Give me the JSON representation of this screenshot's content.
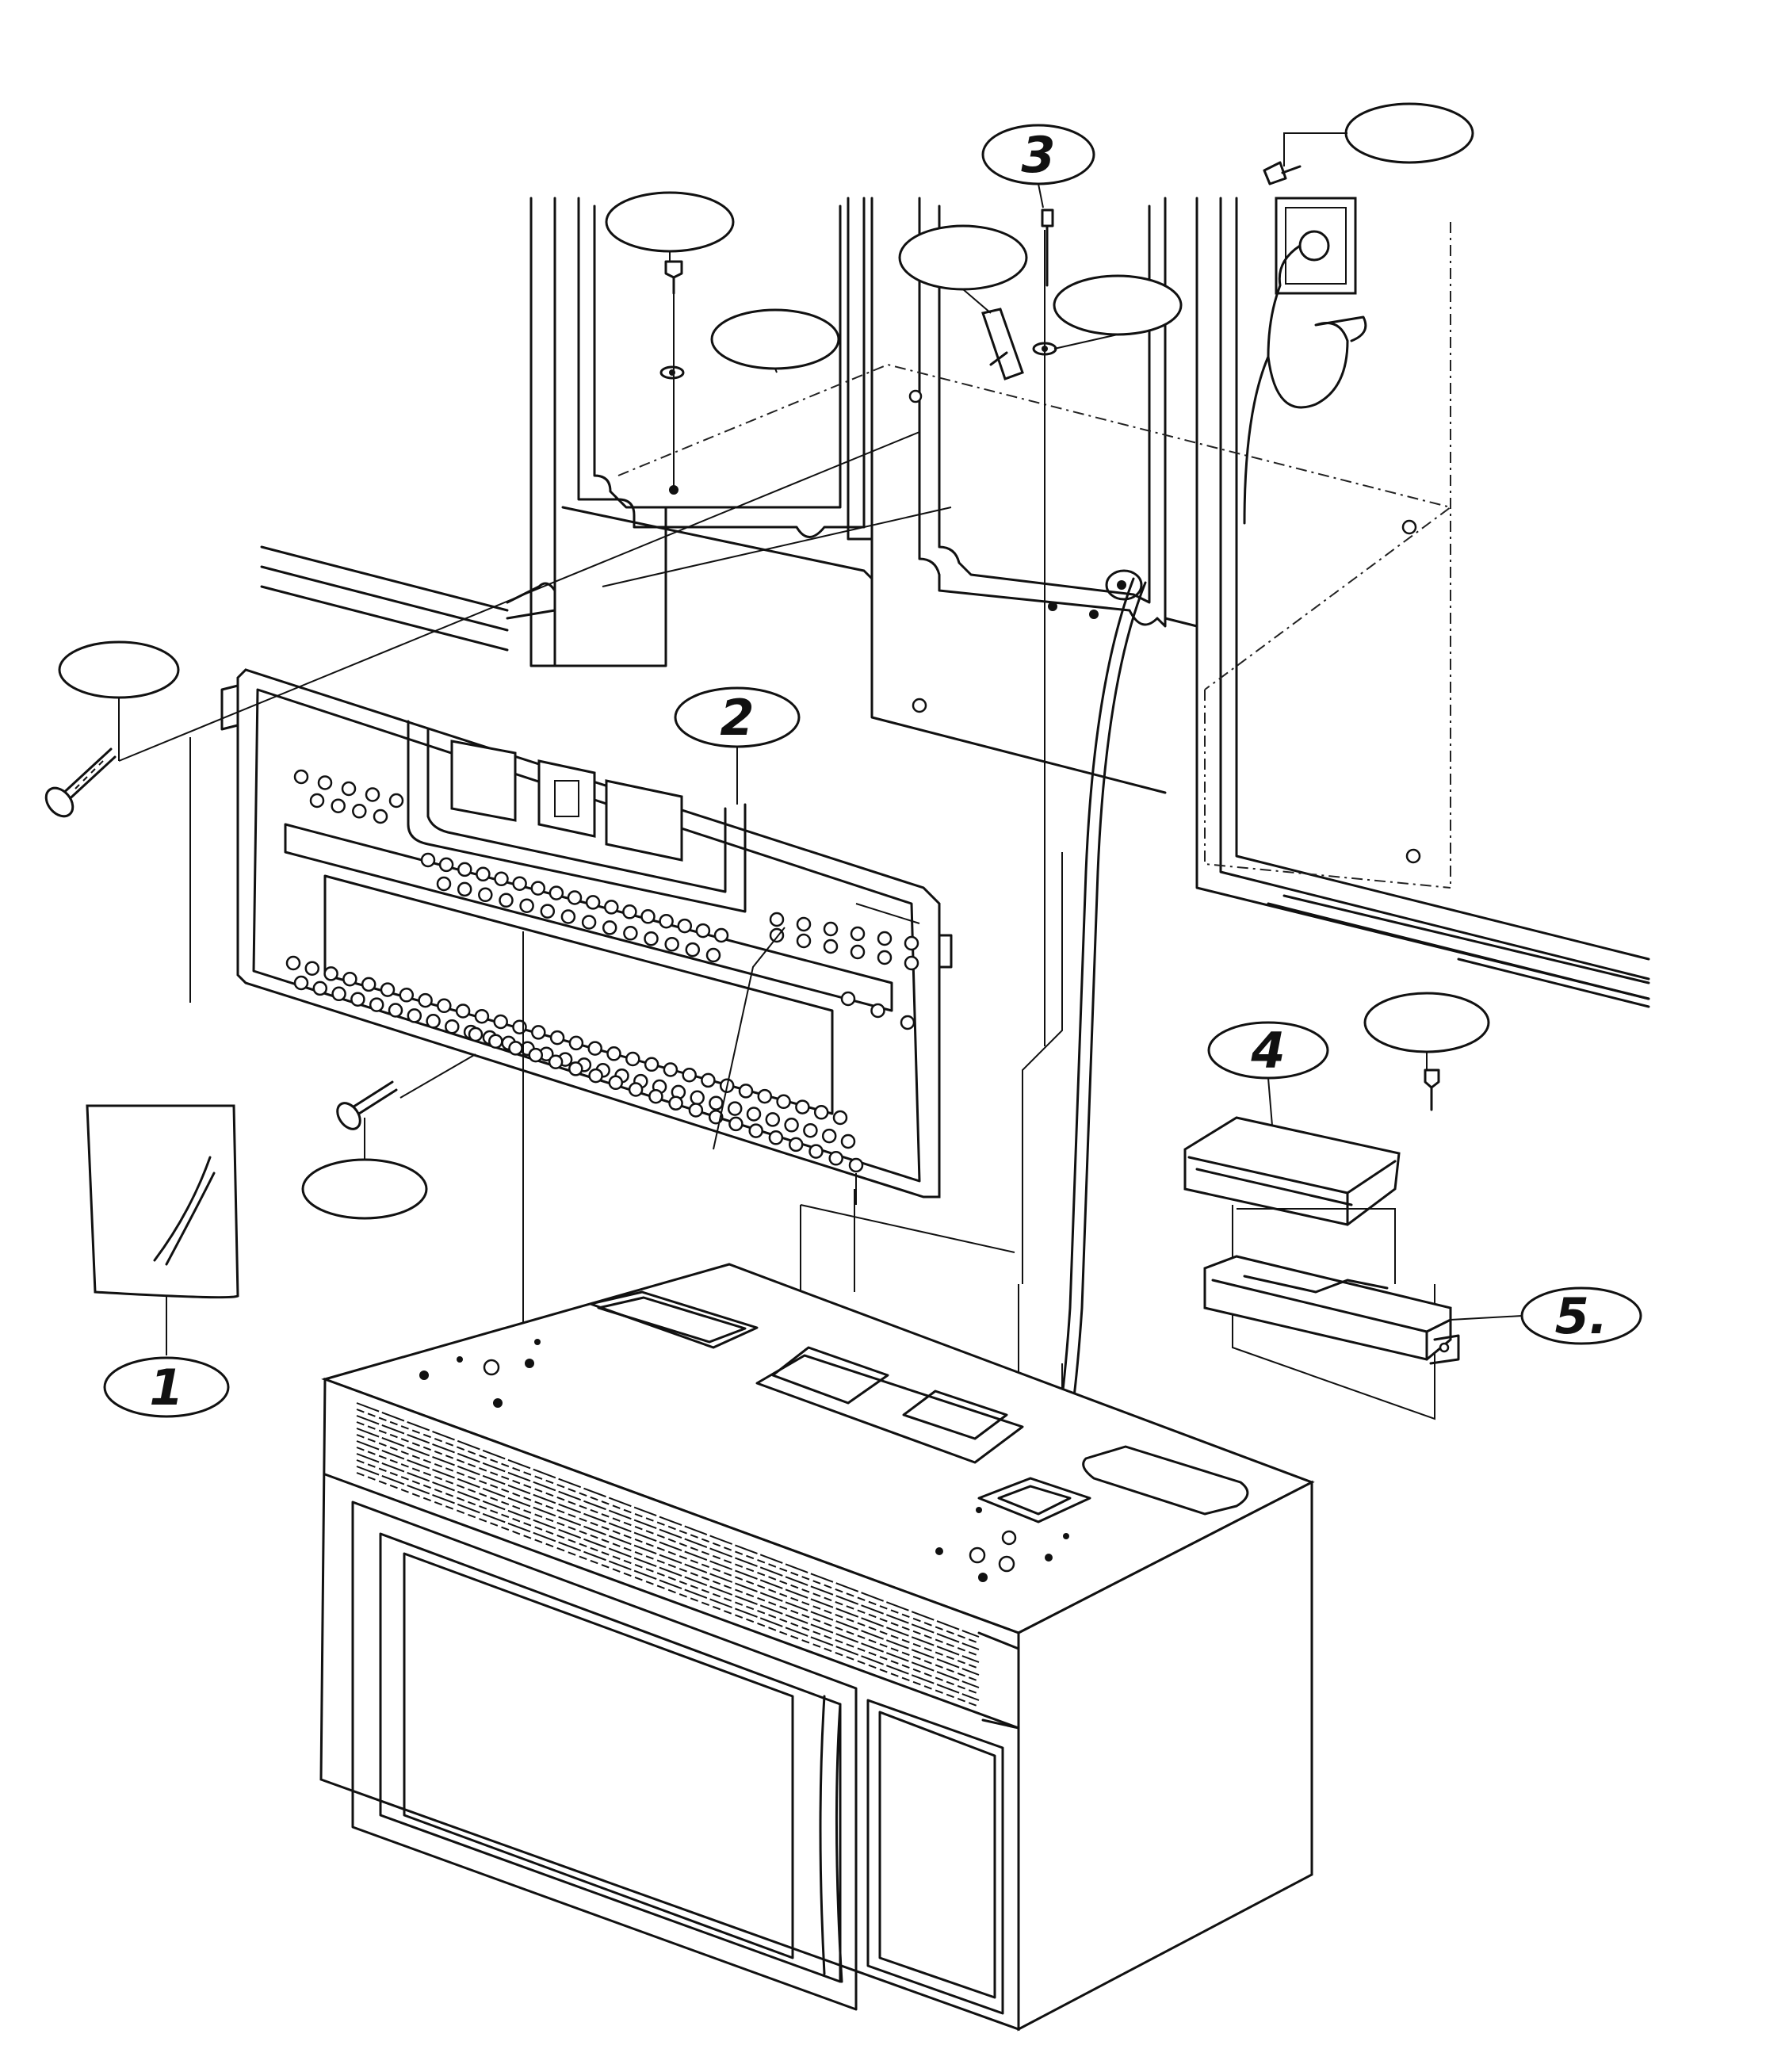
{
  "callouts": {
    "c1": "1",
    "c2": "2",
    "c3": "3",
    "c4": "4",
    "c5": "5."
  }
}
